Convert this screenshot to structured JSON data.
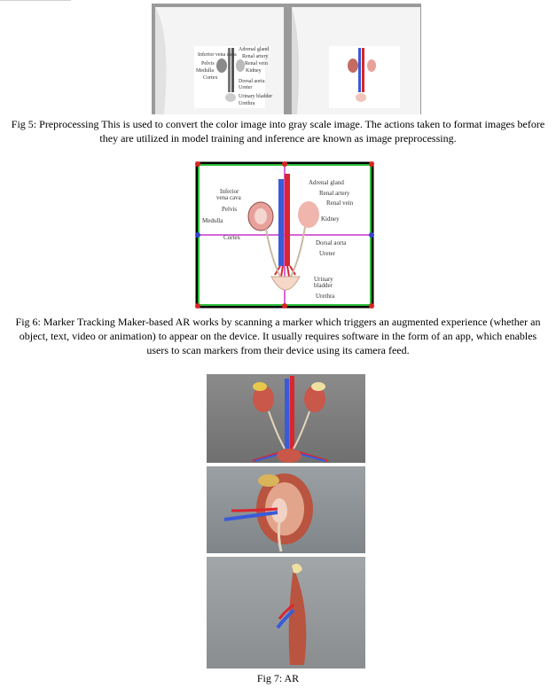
{
  "figures": [
    {
      "id": "fig5",
      "caption": "Fig 5: Preprocessing This is used to convert the color image into gray scale image. The actions taken to format images before they are utilized in model training and inference are known as image preprocessing.",
      "labels": {
        "adrenal_gland": "Adrenal gland",
        "inferior_vena_cava": "Inferior vena cava",
        "renal_artery": "Renal artery",
        "renal_vein": "Renal vein",
        "pelvis": "Pelvis",
        "medulla": "Medulla",
        "cortex": "Cortex",
        "kidney": "Kidney",
        "dorsal_aorta": "Dorsal aorta",
        "ureter": "Ureter",
        "urinary_bladder": "Urinary bladder",
        "urethra": "Urethra"
      }
    },
    {
      "id": "fig6",
      "caption": "Fig 6: Marker Tracking Maker-based AR works by scanning a marker which triggers an augmented experience (whether an object, text, video or animation) to appear on the device. It usually requires software in the form of an app, which enables users to scan markers from their device using its camera feed.",
      "labels": {
        "adrenal_gland": "Adrenal gland",
        "inferior_vena_cava_1": "Inferior",
        "inferior_vena_cava_2": "vena cava",
        "renal_artery": "Renal artery",
        "renal_vein": "Renal vein",
        "pelvis": "Pelvis",
        "medulla": "Medulla",
        "kidney": "Kidney",
        "cortex": "Cortex",
        "dorsal_aorta": "Dorsal aorta",
        "ureter": "Ureter",
        "urinary_bladder_1": "Urinary",
        "urinary_bladder_2": "bladder",
        "urethra": "Urethra"
      }
    },
    {
      "id": "fig7",
      "caption": "Fig 7: AR"
    }
  ],
  "colors": {
    "marker_frame_green": "#2bbf3a",
    "marker_axis_magenta": "#cc33cc",
    "corner_dot_red": "#dd2222",
    "artery_red": "#d9262f",
    "vein_blue": "#3a5bd9",
    "kidney_pink": "#e8a19a"
  }
}
